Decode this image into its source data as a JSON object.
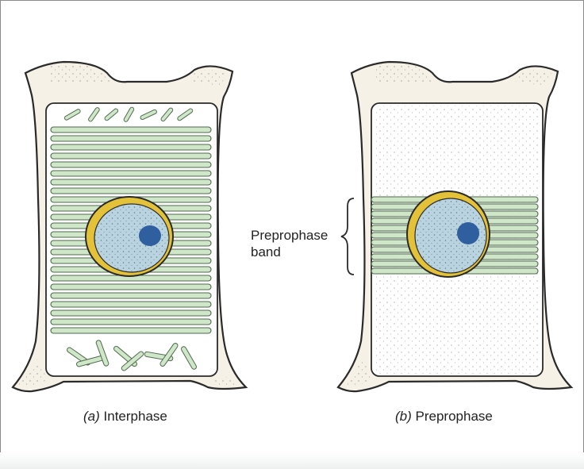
{
  "panels": [
    {
      "letter": "(a)",
      "name": "Interphase"
    },
    {
      "letter": "(b)",
      "name": "Preprophase"
    }
  ],
  "label": {
    "line1": "Preprophase",
    "line2": "band"
  },
  "colors": {
    "wall": "#f5f1e6",
    "wall_stroke": "#2a2a2a",
    "microtubule": "#cfe6c9",
    "microtubule_stroke": "#4f6a4f",
    "nuclear_envelope": "#e3c23a",
    "nucleoplasm": "#b9d4e0",
    "nucleolus": "#2f5f9e"
  }
}
